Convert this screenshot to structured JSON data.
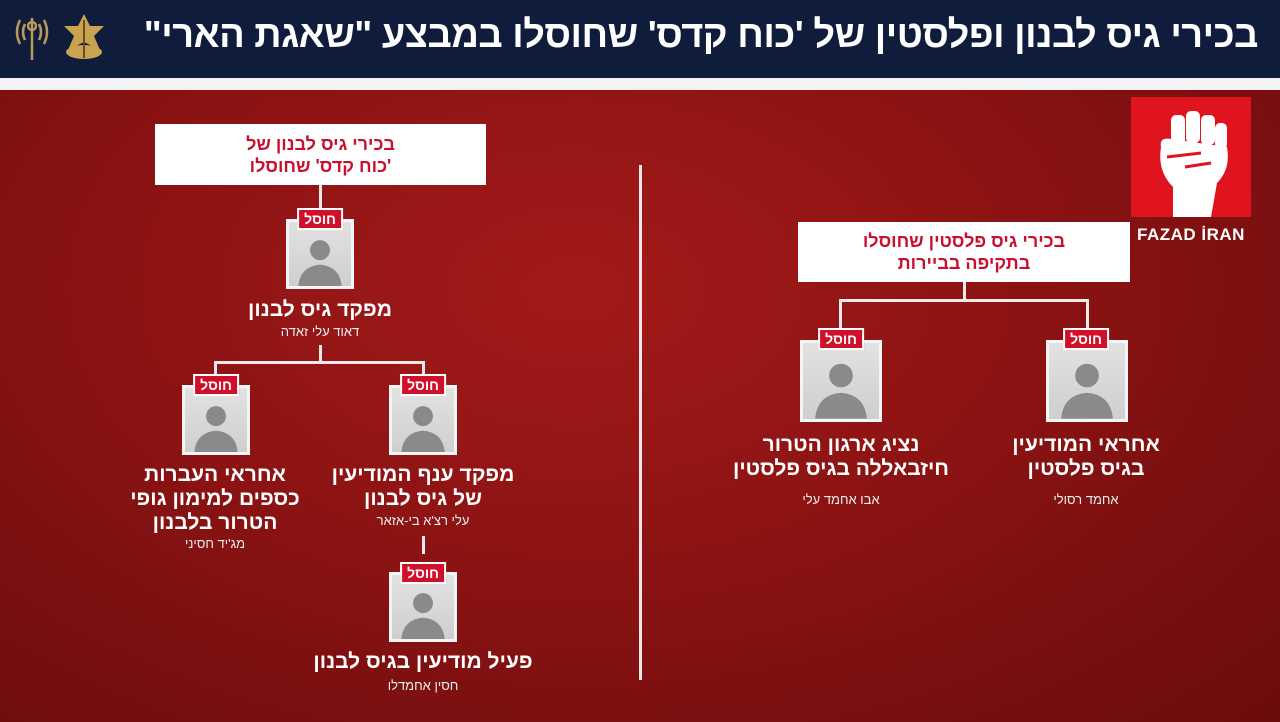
{
  "header": {
    "title": "בכירי גיס לבנון ופלסטין של 'כוח קדס' שחוסלו במבצע \"שאגת הארי\""
  },
  "watermark": {
    "text": "FAZAD İRAN"
  },
  "badge_label": "חוסל",
  "left_tree": {
    "heading": [
      "בכירי גיס לבנון של",
      "'כוח קדס' שחוסלו"
    ],
    "people": [
      {
        "role": [
          "מפקד גיס לבנון"
        ],
        "name": "דאוד עלי זאדה"
      },
      {
        "role": [
          "אחראי העברות",
          "כספים למימון גופי",
          "הטרור בלבנון"
        ],
        "name": "מג'יד חסיני"
      },
      {
        "role": [
          "מפקד ענף המודיעין",
          "של גיס לבנון"
        ],
        "name": "עלי רצ'א בי-אזאר"
      },
      {
        "role": [
          "פעיל מודיעין בגיס לבנון"
        ],
        "name": "חסין אחמדלו"
      }
    ]
  },
  "right_tree": {
    "heading": [
      "בכירי גיס פלסטין שחוסלו",
      "בתקיפה בביירות"
    ],
    "people": [
      {
        "role": [
          "נציג ארגון הטרור",
          "חיזבאללה בגיס פלסטין"
        ],
        "name": "אבו אחמד עלי"
      },
      {
        "role": [
          "אחראי המודיעין",
          "בגיס פלסטין"
        ],
        "name": "אחמד רסולי"
      }
    ]
  },
  "colors": {
    "header": "#0f1c3b",
    "background": "#8c1313",
    "accent": "#d0102a"
  }
}
